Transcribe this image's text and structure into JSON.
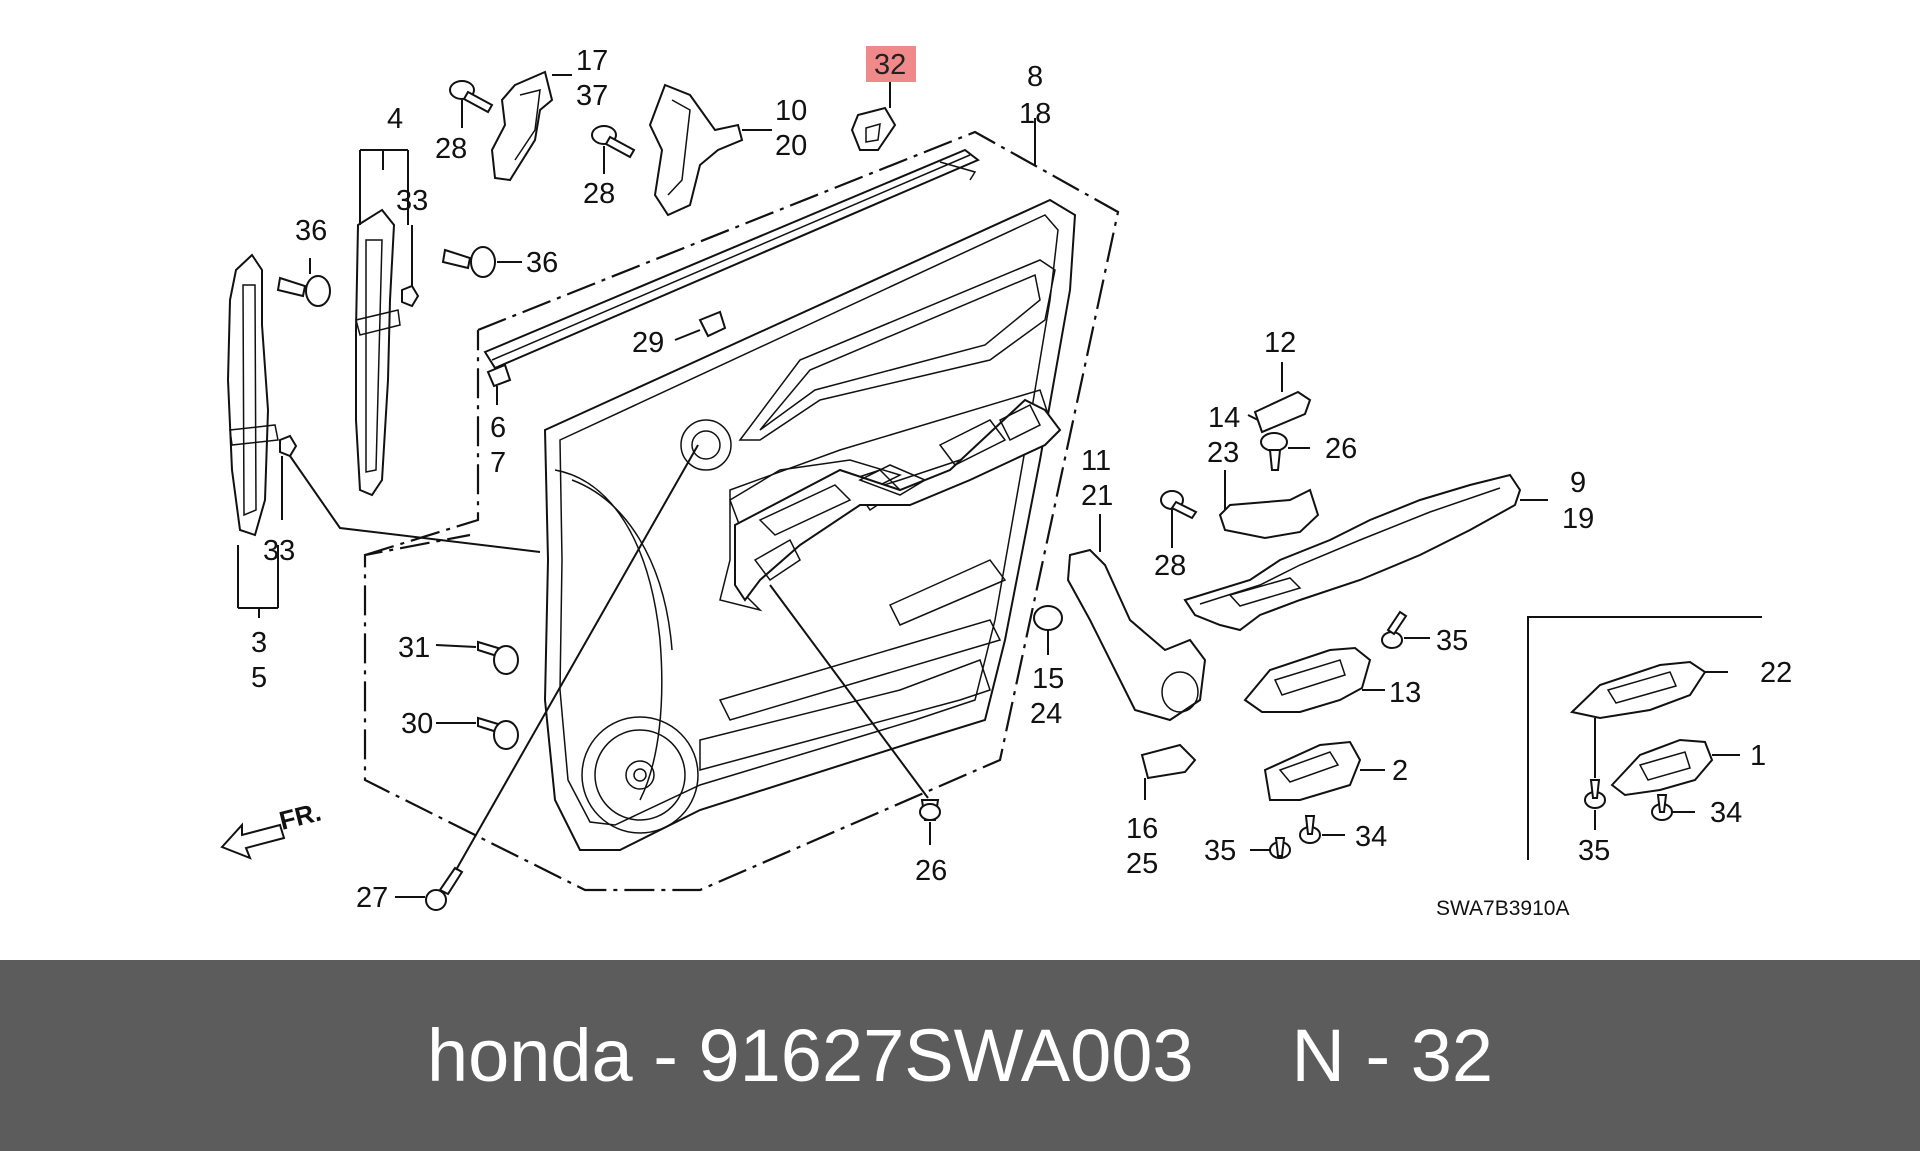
{
  "callouts": {
    "c1": "1",
    "c2": "2",
    "c3": "3",
    "c4": "4",
    "c5": "5",
    "c6": "6",
    "c7": "7",
    "c8": "8",
    "c9": "9",
    "c10": "10",
    "c11": "11",
    "c12": "12",
    "c13": "13",
    "c14": "14",
    "c15": "15",
    "c16": "16",
    "c17": "17",
    "c18": "18",
    "c19": "19",
    "c20": "20",
    "c21": "21",
    "c22": "22",
    "c23": "23",
    "c24": "24",
    "c25": "25",
    "c26": "26",
    "c27": "27",
    "c28": "28",
    "c29": "29",
    "c30": "30",
    "c31": "31",
    "c32": "32",
    "c33": "33",
    "c34": "34",
    "c35": "35",
    "c36": "36",
    "c37": "37"
  },
  "highlight": {
    "label": "32",
    "color": "#f08a8a"
  },
  "direction_label": "FR.",
  "diagram_code": "SWA7B3910A",
  "footer": {
    "brand": "honda",
    "separator": " - ",
    "part_number": "91627SWA003",
    "position_label": "N - 32",
    "background": "#5c5c5c",
    "text_color": "#ffffff"
  }
}
